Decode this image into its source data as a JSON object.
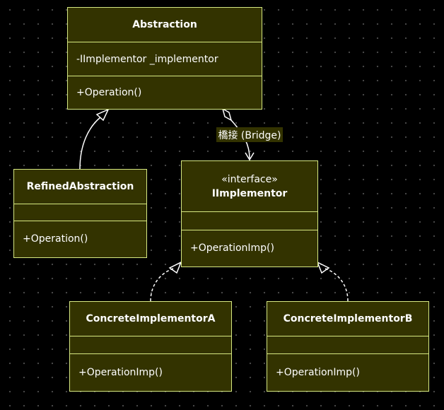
{
  "classes": {
    "abstraction": {
      "name": "Abstraction",
      "attribute": "-IImplementor _implementor",
      "method": "+Operation()"
    },
    "refined": {
      "name": "RefinedAbstraction",
      "method": "+Operation()"
    },
    "iimplementor": {
      "stereotype": "«interface»",
      "name": "IImplementor",
      "method": "+OperationImp()"
    },
    "concrete_a": {
      "name": "ConcreteImplementorA",
      "method": "+OperationImp()"
    },
    "concrete_b": {
      "name": "ConcreteImplementorB",
      "method": "+OperationImp()"
    }
  },
  "relations": {
    "bridge_label": "橋接 (Bridge)"
  },
  "colors": {
    "fill": "#333300",
    "stroke": "#d6e882",
    "text": "#ffffff",
    "background": "#000000"
  }
}
